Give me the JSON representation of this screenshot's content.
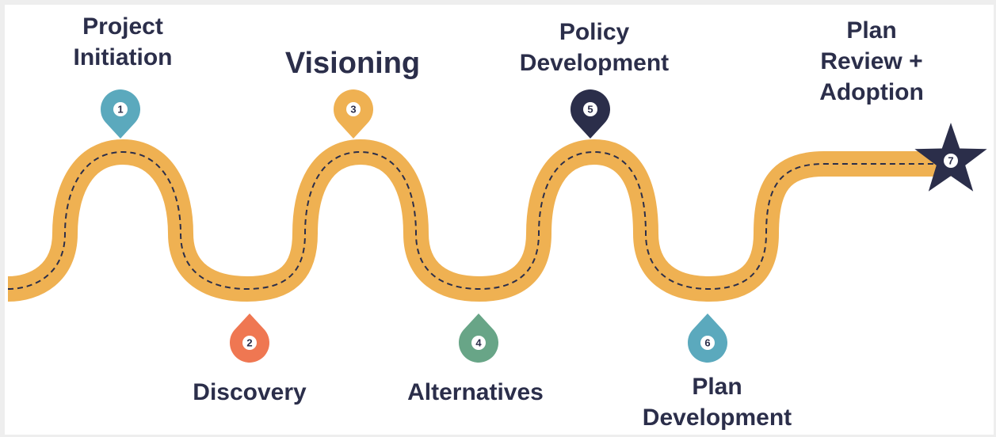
{
  "stages": [
    {
      "number": "1",
      "label": "Project\nInitiation",
      "color": "#5ba9bd"
    },
    {
      "number": "2",
      "label": "Discovery",
      "color": "#ef7752"
    },
    {
      "number": "3",
      "label": "Visioning",
      "color": "#efb152"
    },
    {
      "number": "4",
      "label": "Alternatives",
      "color": "#68a587"
    },
    {
      "number": "5",
      "label": "Policy\nDevelopment",
      "color": "#2b2e4a"
    },
    {
      "number": "6",
      "label": "Plan\nDevelopment",
      "color": "#5ba9bd"
    },
    {
      "number": "7",
      "label": "Plan\nReview +\nAdoption",
      "color": "#2b2e4a"
    }
  ],
  "colors": {
    "road": "#efb152",
    "dash": "#2b2e4a",
    "text": "#2b2e4a"
  }
}
